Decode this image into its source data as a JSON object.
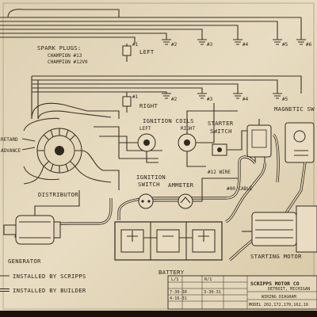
{
  "labels": {
    "spark_plugs": "SPARK PLUGS:",
    "champion_13": "CHAMPION #13",
    "champion_12": "CHAMPION #12V0",
    "left": "LEFT",
    "right": "RIGHT",
    "ignition_coils": "IGNITION COILS",
    "coil_left": "LEFT",
    "coil_right": "RIGHT",
    "retard": "RETARD",
    "advance": "ADVANCE",
    "distributor": "DISTRIBUTOR",
    "starter_switch_1": "STARTER",
    "starter_switch_2": "SWITCH",
    "magnetic_switch": "MAGNETIC SW",
    "ignition_switch_1": "IGNITION",
    "ignition_switch_2": "SWITCH",
    "ammeter": "AMMETER",
    "wire_12": "#12 WIRE",
    "cable_00": "#00 CABLE",
    "generator": "GENERATOR",
    "battery": "BATTERY",
    "starting_motor": "STARTING MOTOR",
    "legend_scripps": "INSTALLED BY SCRIPPS",
    "legend_builder": "INSTALLED BY BUILDER"
  },
  "plugs_top": [
    "#1",
    "#2",
    "#3",
    "#4",
    "#5",
    "#6"
  ],
  "plugs_bottom": [
    "#1",
    "#2",
    "#3",
    "#4",
    "#5"
  ],
  "title_block": {
    "company": "SCRIPPS MOTOR CO",
    "city": "DETROIT, MICHIGAN",
    "drawing": "WIRING DIAGRAM",
    "model": "MODEL 202,172,170,162,16",
    "date_1": "3-30-31",
    "mark_1": "L/1",
    "mark_2": "R/1",
    "mark_3": "7-30-30",
    "mark_4": "4-16-31"
  },
  "colors": {
    "paper": "#e6d9bd",
    "ink": "#2a2418",
    "frame": "#1a1208"
  }
}
